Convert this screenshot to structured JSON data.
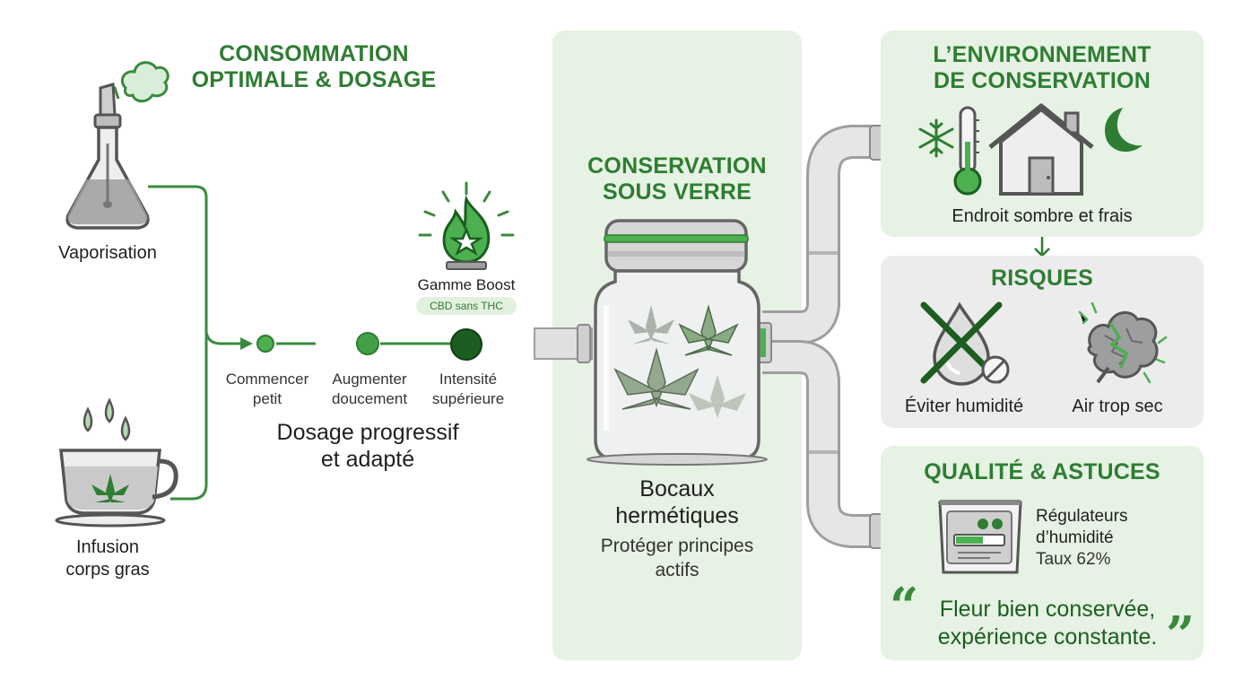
{
  "consumption": {
    "title_line1": "CONSOMMATION",
    "title_line2": "OPTIMALE & DOSAGE",
    "vaporisation": "Vaporisation",
    "infusion_line1": "Infusion",
    "infusion_line2": "corps gras"
  },
  "boost": {
    "name": "Gamme Boost",
    "tag": "CBD sans THC"
  },
  "dosage": {
    "steps": [
      {
        "line1": "Commencer",
        "line2": "petit"
      },
      {
        "line1": "Augmenter",
        "line2": "doucement"
      },
      {
        "line1": "Intensité",
        "line2": "supérieure"
      }
    ],
    "title_line1": "Dosage progressif",
    "title_line2": "et adapté"
  },
  "glass": {
    "title_line1": "CONSERVATION",
    "title_line2": "SOUS VERRE",
    "jar_line1": "Bocaux",
    "jar_line2": "hermétiques",
    "desc_line1": "Protéger principes",
    "desc_line2": "actifs"
  },
  "environment": {
    "title_line1": "L’ENVIRONNEMENT",
    "title_line2": "DE CONSERVATION",
    "caption": "Endroit sombre et frais",
    "icons": [
      "snowflake-icon",
      "thermometer-icon",
      "house-icon",
      "moon-icon"
    ]
  },
  "risks": {
    "title": "RISQUES",
    "humidity": "Éviter humidité",
    "dry": "Air trop sec"
  },
  "quality": {
    "title": "QUALITÉ & ASTUCES",
    "reg_line1": "Régulateurs",
    "reg_line2": "d’humidité",
    "rate": "Taux 62%",
    "quote_open": "“",
    "quote_line1": "Fleur bien conservée,",
    "quote_line2": "expérience constante.",
    "quote_close": "”"
  },
  "colors": {
    "accent": "#2e7d32",
    "dark_green": "#1b5e20",
    "panel_green": "#e6f2e3",
    "panel_grey": "#ececec"
  }
}
